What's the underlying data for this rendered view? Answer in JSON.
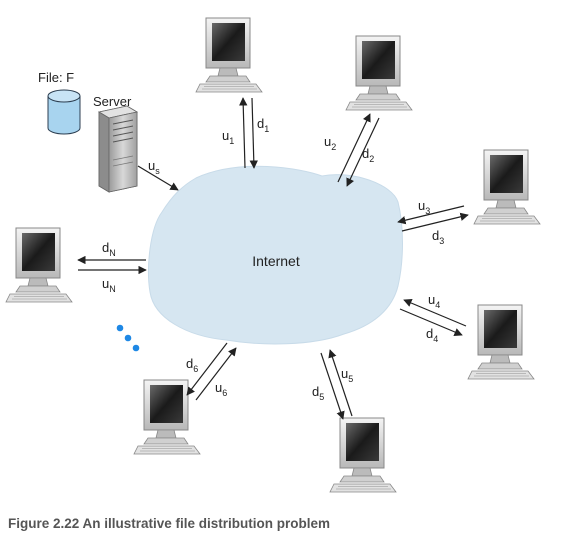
{
  "file_label": "File: F",
  "server_label": "Server",
  "internet_label": "Internet",
  "caption": "Figure 2.22 An illustrative file distribution problem",
  "server_link": {
    "u": "u",
    "u_sub": "s"
  },
  "peers": [
    {
      "id": "1",
      "u": "u",
      "u_sub": "1",
      "d": "d",
      "d_sub": "1"
    },
    {
      "id": "2",
      "u": "u",
      "u_sub": "2",
      "d": "d",
      "d_sub": "2"
    },
    {
      "id": "3",
      "u": "u",
      "u_sub": "3",
      "d": "d",
      "d_sub": "3"
    },
    {
      "id": "4",
      "u": "u",
      "u_sub": "4",
      "d": "d",
      "d_sub": "4"
    },
    {
      "id": "5",
      "u": "u",
      "u_sub": "5",
      "d": "d",
      "d_sub": "5"
    },
    {
      "id": "6",
      "u": "u",
      "u_sub": "6",
      "d": "d",
      "d_sub": "6"
    },
    {
      "id": "N",
      "u": "u",
      "u_sub": "N",
      "d": "d",
      "d_sub": "N"
    }
  ],
  "colors": {
    "cloud": "#d6e6f1",
    "disk": "#a8d4ef",
    "dots": "#1e88e5",
    "arrow": "#222222"
  }
}
